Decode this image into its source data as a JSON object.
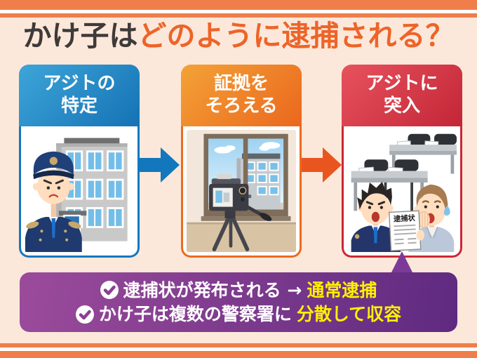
{
  "colors": {
    "background": "#FCE8DA",
    "frame": "#EF7E4B",
    "title_dark": "#3E3A39",
    "title_accent": "#ED6429",
    "step1_blue": "#1377BE",
    "step2_orange": "#ED6A1E",
    "step3_red": "#CB2737",
    "arrow1": "#1377BE",
    "arrow2": "#E9551F",
    "summary_gradient_from": "#9C4B9B",
    "summary_gradient_to": "#5E2A80",
    "summary_pointer": "#7B3A98",
    "highlight_yellow": "#FFF000"
  },
  "title": {
    "part1": "かけ子は",
    "part2": "どのように逮捕される？"
  },
  "steps": [
    {
      "label_line1": "アジトの",
      "label_line2": "特定"
    },
    {
      "label_line1": "証拠を",
      "label_line2": "そろえる"
    },
    {
      "label_line1": "アジトに",
      "label_line2": "突入",
      "warrant_label": "逮捕状"
    }
  ],
  "summary": {
    "items": [
      {
        "text": "逮捕状が発布される →",
        "highlight": "通常逮捕"
      },
      {
        "text": "かけ子は複数の警察署に",
        "highlight": "分散して収容"
      }
    ]
  }
}
